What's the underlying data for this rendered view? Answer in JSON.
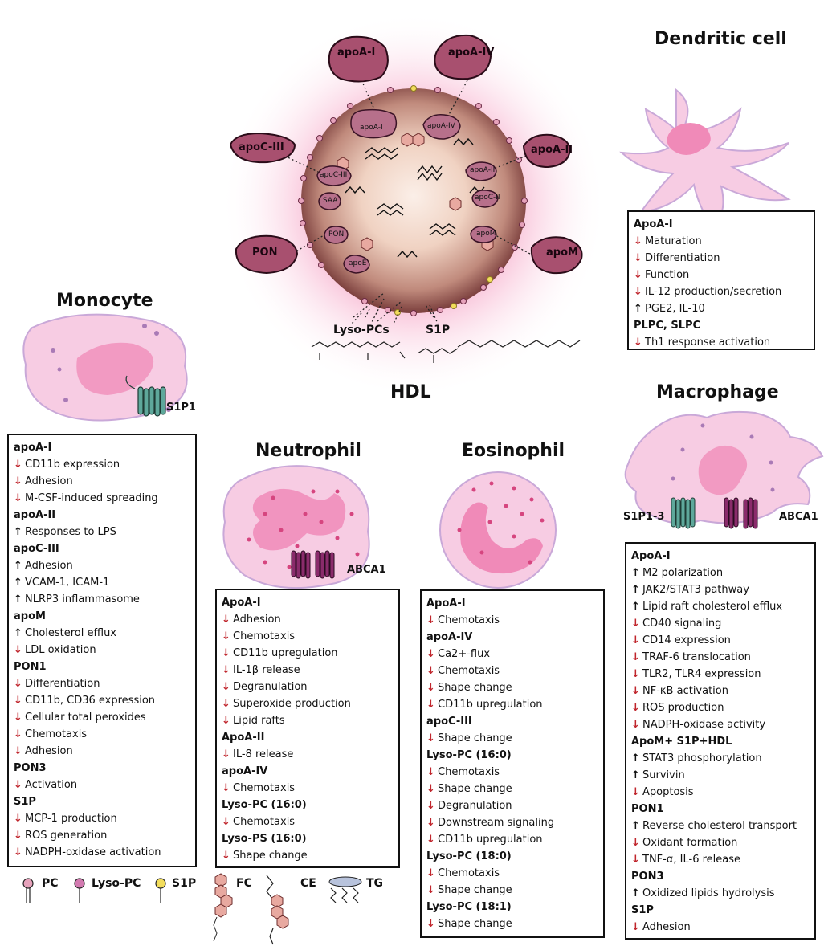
{
  "title": "HDL",
  "hdl": {
    "proteins": [
      {
        "label": "apoA-I"
      },
      {
        "label": "apoA-IV"
      },
      {
        "label": "apoC-III"
      },
      {
        "label": "apoA-II"
      },
      {
        "label": "PON"
      },
      {
        "label": "apoM"
      }
    ],
    "surface": [
      {
        "label": "apoA-I"
      },
      {
        "label": "apoA-IV"
      },
      {
        "label": "apoC-III"
      },
      {
        "label": "apoA-II"
      },
      {
        "label": "SAA"
      },
      {
        "label": "apoC-II"
      },
      {
        "label": "PON"
      },
      {
        "label": "apoM"
      },
      {
        "label": "apoE"
      }
    ],
    "lipids": [
      {
        "label": "Lyso-PCs"
      },
      {
        "label": "S1P"
      }
    ]
  },
  "cells": {
    "dendritic": {
      "title": "Dendritic cell"
    },
    "monocyte": {
      "title": "Monocyte",
      "receptor": "S1P1"
    },
    "neutrophil": {
      "title": "Neutrophil",
      "receptor": "ABCA1"
    },
    "eosinophil": {
      "title": "Eosinophil"
    },
    "macrophage": {
      "title": "Macrophage",
      "receptor_left": "S1P1-3",
      "receptor_right": "ABCA1"
    }
  },
  "panels": {
    "dendritic": [
      {
        "h": "ApoA-I",
        "items": [
          {
            "d": "down",
            "t": "Maturation"
          },
          {
            "d": "down",
            "t": "Differentiation"
          },
          {
            "d": "down",
            "t": "Function"
          },
          {
            "d": "down",
            "t": "IL-12 production/secretion"
          },
          {
            "d": "up",
            "t": "PGE2, IL-10"
          }
        ]
      },
      {
        "h": "PLPC, SLPC",
        "items": [
          {
            "d": "down",
            "t": "Th1 response activation"
          }
        ]
      }
    ],
    "monocyte": [
      {
        "h": "apoA-I",
        "items": [
          {
            "d": "down",
            "t": "CD11b expression"
          },
          {
            "d": "down",
            "t": "Adhesion"
          },
          {
            "d": "down",
            "t": "M-CSF-induced spreading"
          }
        ]
      },
      {
        "h": "apoA-II",
        "items": [
          {
            "d": "up",
            "t": "Responses to LPS"
          }
        ]
      },
      {
        "h": "apoC-III",
        "items": [
          {
            "d": "up",
            "t": "Adhesion"
          },
          {
            "d": "up",
            "t": "VCAM-1, ICAM-1"
          },
          {
            "d": "up",
            "t": "NLRP3 inflammasome"
          }
        ]
      },
      {
        "h": "apoM",
        "items": [
          {
            "d": "up",
            "t": "Cholesterol efflux"
          },
          {
            "d": "down",
            "t": "LDL oxidation"
          }
        ]
      },
      {
        "h": "PON1",
        "items": [
          {
            "d": "down",
            "t": "Differentiation"
          },
          {
            "d": "down",
            "t": "CD11b, CD36 expression"
          },
          {
            "d": "down",
            "t": "Cellular total peroxides"
          },
          {
            "d": "down",
            "t": "Chemotaxis"
          },
          {
            "d": "down",
            "t": "Adhesion"
          }
        ]
      },
      {
        "h": "PON3",
        "items": [
          {
            "d": "down",
            "t": "Activation"
          }
        ]
      },
      {
        "h": "S1P",
        "items": [
          {
            "d": "down",
            "t": "MCP-1 production"
          },
          {
            "d": "down",
            "t": "ROS generation"
          },
          {
            "d": "down",
            "t": "NADPH-oxidase activation"
          }
        ]
      }
    ],
    "neutrophil": [
      {
        "h": "ApoA-I",
        "items": [
          {
            "d": "down",
            "t": "Adhesion"
          },
          {
            "d": "down",
            "t": "Chemotaxis"
          },
          {
            "d": "down",
            "t": "CD11b upregulation"
          },
          {
            "d": "down",
            "t": "IL-1β release"
          },
          {
            "d": "down",
            "t": "Degranulation"
          },
          {
            "d": "down",
            "t": "Superoxide production"
          },
          {
            "d": "down",
            "t": "Lipid rafts"
          }
        ]
      },
      {
        "h": "ApoA-II",
        "items": [
          {
            "d": "down",
            "t": "IL-8 release"
          }
        ]
      },
      {
        "h": "apoA-IV",
        "items": [
          {
            "d": "down",
            "t": "Chemotaxis"
          }
        ]
      },
      {
        "h": "Lyso-PC (16:0)",
        "items": [
          {
            "d": "down",
            "t": "Chemotaxis"
          }
        ]
      },
      {
        "h": "Lyso-PS (16:0)",
        "items": [
          {
            "d": "down",
            "t": "Shape change"
          }
        ]
      }
    ],
    "eosinophil": [
      {
        "h": "ApoA-I",
        "items": [
          {
            "d": "down",
            "t": "Chemotaxis"
          }
        ]
      },
      {
        "h": "apoA-IV",
        "items": [
          {
            "d": "down",
            "t": "Ca2+-flux"
          },
          {
            "d": "down",
            "t": "Chemotaxis"
          },
          {
            "d": "down",
            "t": "Shape change"
          },
          {
            "d": "down",
            "t": "CD11b upregulation"
          }
        ]
      },
      {
        "h": "apoC-III",
        "items": [
          {
            "d": "down",
            "t": "Shape change"
          }
        ]
      },
      {
        "h": "Lyso-PC (16:0)",
        "items": [
          {
            "d": "down",
            "t": "Chemotaxis"
          },
          {
            "d": "down",
            "t": "Shape change"
          },
          {
            "d": "down",
            "t": "Degranulation"
          },
          {
            "d": "down",
            "t": "Downstream signaling"
          },
          {
            "d": "down",
            "t": "CD11b upregulation"
          }
        ]
      },
      {
        "h": "Lyso-PC (18:0)",
        "items": [
          {
            "d": "down",
            "t": "Chemotaxis"
          },
          {
            "d": "down",
            "t": "Shape change"
          }
        ]
      },
      {
        "h": "Lyso-PC (18:1)",
        "items": [
          {
            "d": "down",
            "t": "Shape change"
          }
        ]
      }
    ],
    "macrophage": [
      {
        "h": "ApoA-I",
        "items": [
          {
            "d": "up",
            "t": "M2 polarization"
          },
          {
            "d": "up",
            "t": "JAK2/STAT3 pathway"
          },
          {
            "d": "up",
            "t": "Lipid raft cholesterol efflux"
          },
          {
            "d": "down",
            "t": "CD40 signaling"
          },
          {
            "d": "down",
            "t": "CD14 expression"
          },
          {
            "d": "down",
            "t": "TRAF-6 translocation"
          },
          {
            "d": "down",
            "t": "TLR2, TLR4 expression"
          },
          {
            "d": "down",
            "t": "NF-κB activation"
          },
          {
            "d": "down",
            "t": "ROS production"
          },
          {
            "d": "down",
            "t": "NADPH-oxidase activity"
          }
        ]
      },
      {
        "h": "ApoM+ S1P+HDL",
        "sup": true,
        "items": [
          {
            "d": "up",
            "t": "STAT3 phosphorylation"
          },
          {
            "d": "up",
            "t": "Survivin"
          },
          {
            "d": "down",
            "t": "Apoptosis"
          }
        ]
      },
      {
        "h": "PON1",
        "items": [
          {
            "d": "up",
            "t": "Reverse cholesterol transport"
          },
          {
            "d": "down",
            "t": "Oxidant formation"
          },
          {
            "d": "down",
            "t": "TNF-α, IL-6 release"
          }
        ]
      },
      {
        "h": "PON3",
        "items": [
          {
            "d": "up",
            "t": "Oxidized lipids hydrolysis"
          }
        ]
      },
      {
        "h": "S1P",
        "items": [
          {
            "d": "down",
            "t": "Adhesion"
          }
        ]
      }
    ]
  },
  "legend": [
    {
      "label": "PC"
    },
    {
      "label": "Lyso-PC"
    },
    {
      "label": "S1P"
    },
    {
      "label": "FC"
    },
    {
      "label": "CE"
    },
    {
      "label": "TG"
    }
  ],
  "colors": {
    "apo_dark": "#a8506f",
    "apo_light": "#d48aa2",
    "cell_pink": "#f6c8de",
    "nucleus_pink": "#f08ab8",
    "granule": "#d6457f",
    "receptor_green": "#5ea89b",
    "receptor_purple": "#8a2b6b",
    "down_arrow": "#c0262d"
  }
}
